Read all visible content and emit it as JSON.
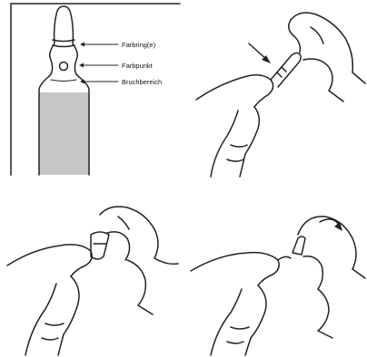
{
  "labels": {
    "color_rings": "Farbring(e)",
    "color_dot": "Farbpunkt",
    "break_zone": "Bruchbereich"
  },
  "colors": {
    "liquid": "#c6c6c6",
    "line": "#222222",
    "background": "#ffffff"
  },
  "icons": {
    "step1": "ampoule-diagram",
    "step2": "hand-pressing-ampoule-tip",
    "step3": "hand-holding-ampoule-neck",
    "step4": "hand-snapping-ampoule-off"
  }
}
